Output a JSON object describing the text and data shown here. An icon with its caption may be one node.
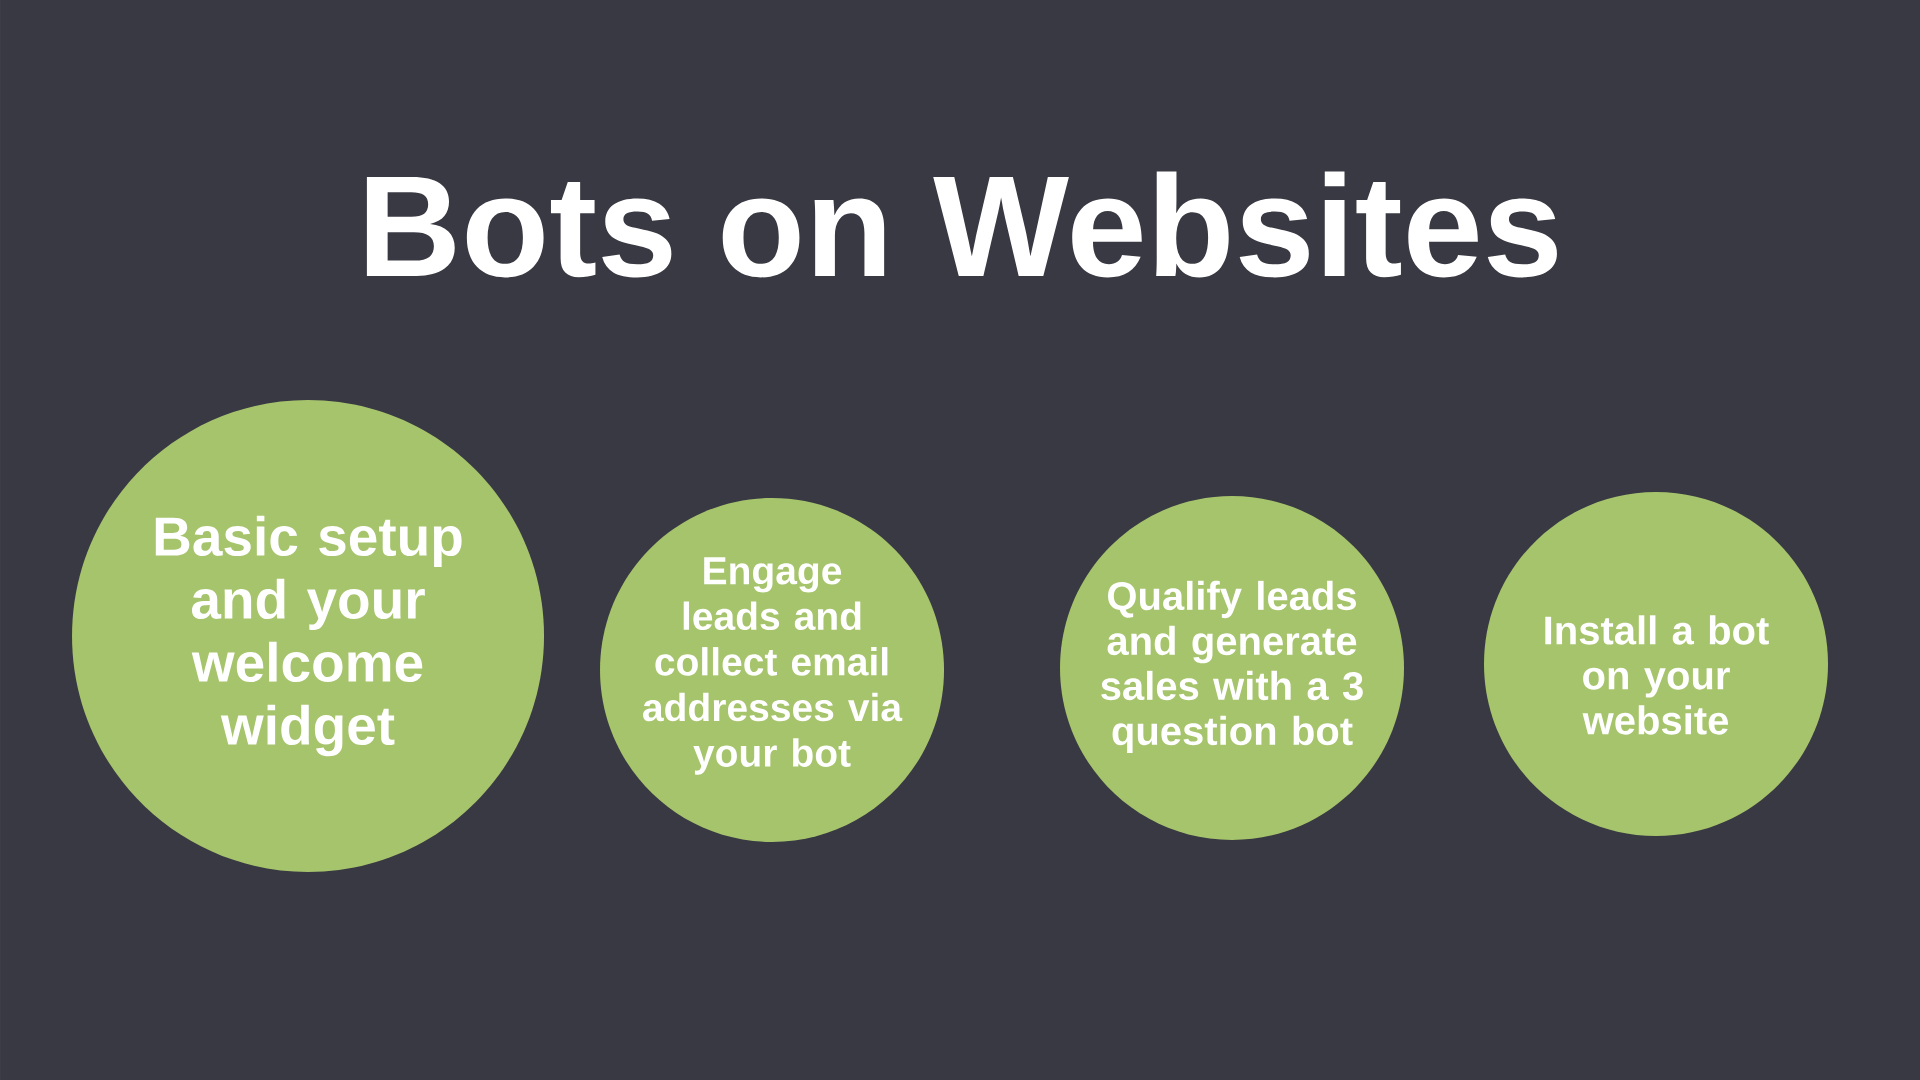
{
  "diagram": {
    "title": "Bots on Websites",
    "nodes": [
      {
        "text": [
          "Basic setup and your welcome widget"
        ]
      },
      {
        "text": [
          "Engage leads and collect email addresses via your bot"
        ]
      },
      {
        "text": [
          "Qualify leads and generate sales with a 3 question bot"
        ]
      },
      {
        "text": [
          "Install a bot on your website"
        ]
      }
    ]
  }
}
